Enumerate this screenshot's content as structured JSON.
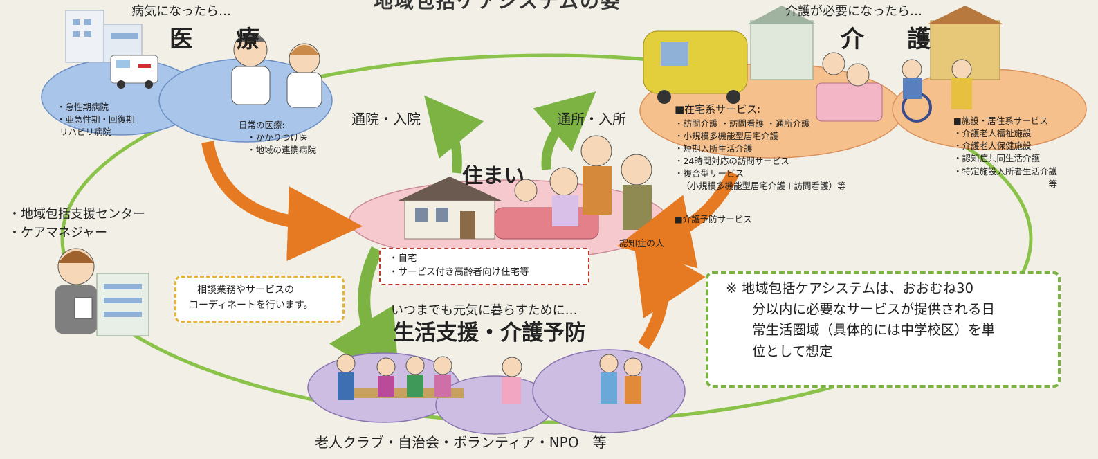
{
  "top_title": "地域包括ケアシステムの姿",
  "medical": {
    "trigger": "病気になったら…",
    "heading": "医　療",
    "hospitals": [
      "・急性期病院",
      "・亜急性期・回復期",
      "リハビリ病院"
    ],
    "daily_title": "日常の医療:",
    "daily_items": [
      "・かかりつけ医",
      "・地域の連携病院"
    ]
  },
  "care": {
    "trigger": "介護が必要になったら…",
    "heading": "介　護",
    "home_services_title": "■在宅系サービス:",
    "home_services": [
      "・訪問介護 ・訪問看護 ・通所介護",
      "・小規模多機能型居宅介護",
      "・短期入所生活介護",
      "・24時間対応の訪問サービス",
      "・複合型サービス",
      "（小規模多機能型居宅介護＋訪問看護）等"
    ],
    "prevention_service": "■介護予防サービス",
    "facility_title": "■施設・居住系サービス",
    "facility_items": [
      "・介護老人福祉施設",
      "・介護老人保健施設",
      "・認知症共同生活介護",
      "・特定施設入所者生活介護"
    ],
    "facility_etc": "等"
  },
  "flows": {
    "hospital": "通院・入院",
    "facility": "通所・入所"
  },
  "housing": {
    "title": "住まい",
    "items": [
      "・自宅",
      "・サービス付き高齢者向け住宅等"
    ],
    "dementia_label": "認知症の人"
  },
  "support_center": {
    "items": [
      "・地域包括支援センター",
      "・ケアマネジャー"
    ],
    "bubble": [
      "相談業務やサービスの",
      "コーディネートを行います。"
    ]
  },
  "life_support": {
    "lead": "いつまでも元気に暮らすために…",
    "heading": "生活支援・介護予防",
    "groups": "老人クラブ・自治会・ボランティア・NPO　等"
  },
  "note": {
    "lines": [
      "※ 地域包括ケアシステムは、おおむね30",
      "分以内に必要なサービスが提供される日",
      "常生活圏域（具体的には中学校区）を単",
      "位として想定"
    ]
  },
  "colors": {
    "medical_ellipse": "#a9c6ea",
    "care_ellipse": "#f5c08c",
    "home_ellipse": "#f6c9cf",
    "life_ellipse": "#cdbde3",
    "ring": "#8bc34a",
    "arrow_orange": "#e67a22",
    "arrow_green": "#7cb342"
  }
}
